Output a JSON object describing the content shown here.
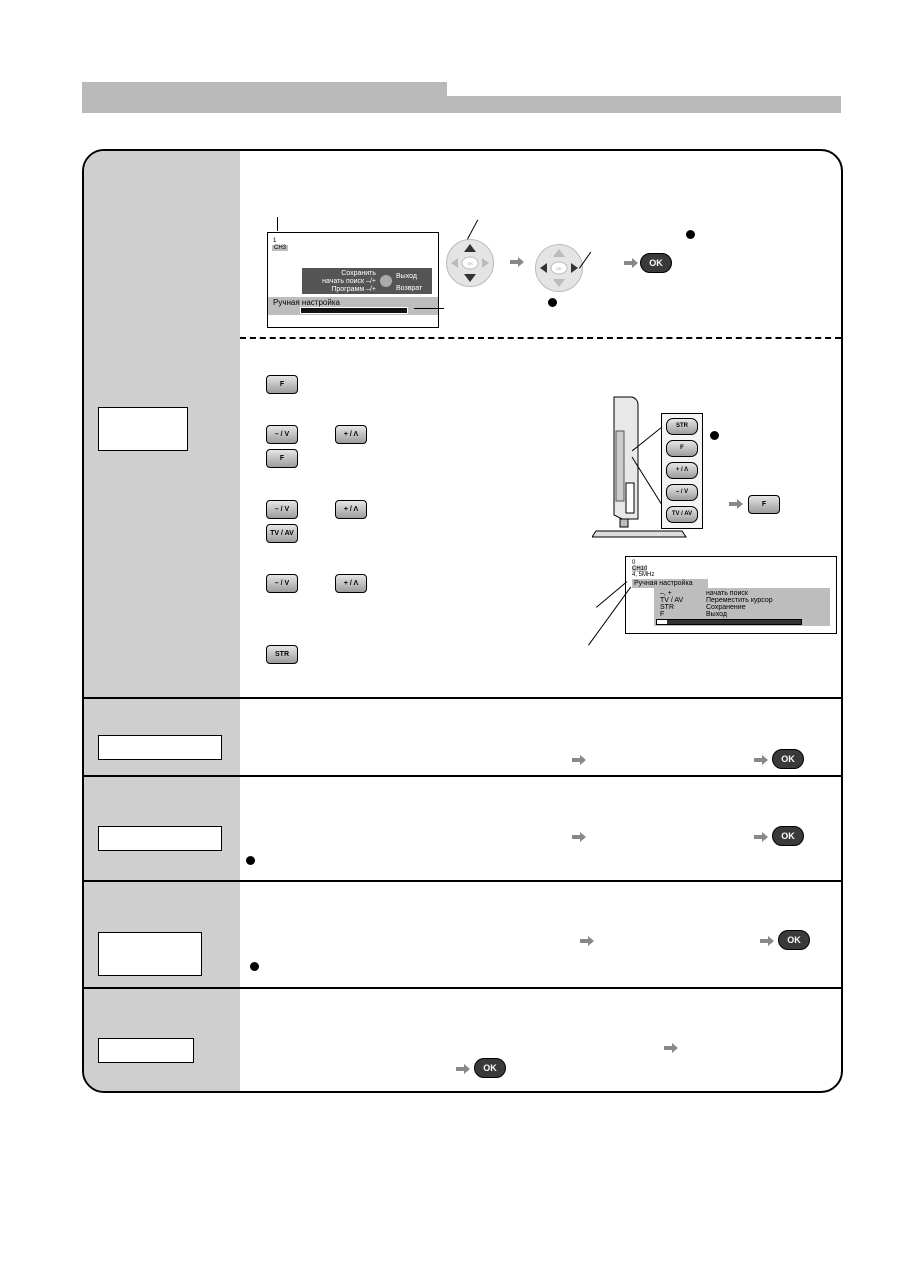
{
  "osd_screen": {
    "top_small": "1",
    "channel": "CH3",
    "menu_lines": [
      "Сохранить",
      "начать поиск  –/+",
      "Программ  –/+"
    ],
    "menu_right": [
      "Выход",
      "Возврат"
    ],
    "bar_title": "Ручная настройка"
  },
  "ok_label": "OK",
  "buttons": {
    "f": "F",
    "minus_v": "– / V",
    "plus_a": "+ / Λ",
    "tv_av": "TV / AV",
    "str": "STR"
  },
  "side_panel_buttons": [
    "STR",
    "F",
    "+ / Λ",
    "– / V",
    "TV / AV"
  ],
  "osd_screen2": {
    "line1": "0",
    "line2": "CH10",
    "line3": "4, 5MHz",
    "title": "Ручная настройка",
    "rows": [
      {
        "key": "–, +",
        "value": "начать поиск"
      },
      {
        "key": "TV / AV",
        "value": "Переместить курсор"
      },
      {
        "key": "STR",
        "value": "Сохранение"
      },
      {
        "key": "F",
        "value": "Выход"
      }
    ]
  }
}
